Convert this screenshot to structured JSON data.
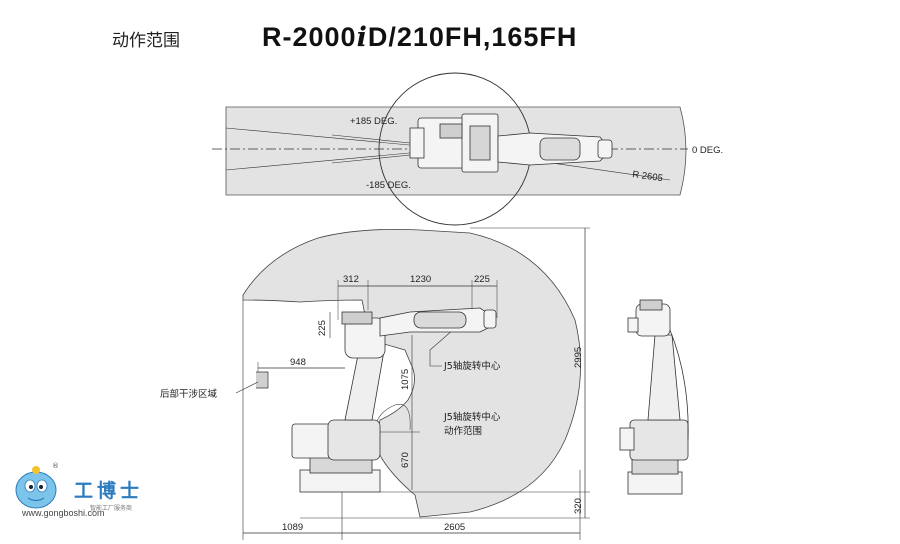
{
  "header": {
    "section_label": "动作范围",
    "model_prefix": "R-2000",
    "model_italic": "i",
    "model_suffix": "D/210FH,165FH"
  },
  "top_view": {
    "plus_angle": "+185 DEG.",
    "minus_angle": "-185 DEG.",
    "zero_angle": "0 DEG.",
    "radius": "R 2605"
  },
  "side_view": {
    "dim_312": "312",
    "dim_1230": "1230",
    "dim_225_top": "225",
    "dim_225_left": "225",
    "dim_948": "948",
    "dim_1075": "1075",
    "dim_670": "670",
    "dim_2995": "2995",
    "dim_320": "320",
    "dim_1089": "1089",
    "dim_2605": "2605",
    "label_j5_center": "J5轴旋转中心",
    "label_j5_range_1": "J5轴旋转中心",
    "label_j5_range_2": "动作范围",
    "label_rear": "后部干涉区域"
  },
  "logo": {
    "name": "工博士",
    "url": "www.gongboshi.com",
    "sub": "智能工厂服务商",
    "mark": "®"
  },
  "colors": {
    "range_fill": "#e3e3e3",
    "line": "#333333",
    "logo_blue": "#2b7bc0"
  }
}
